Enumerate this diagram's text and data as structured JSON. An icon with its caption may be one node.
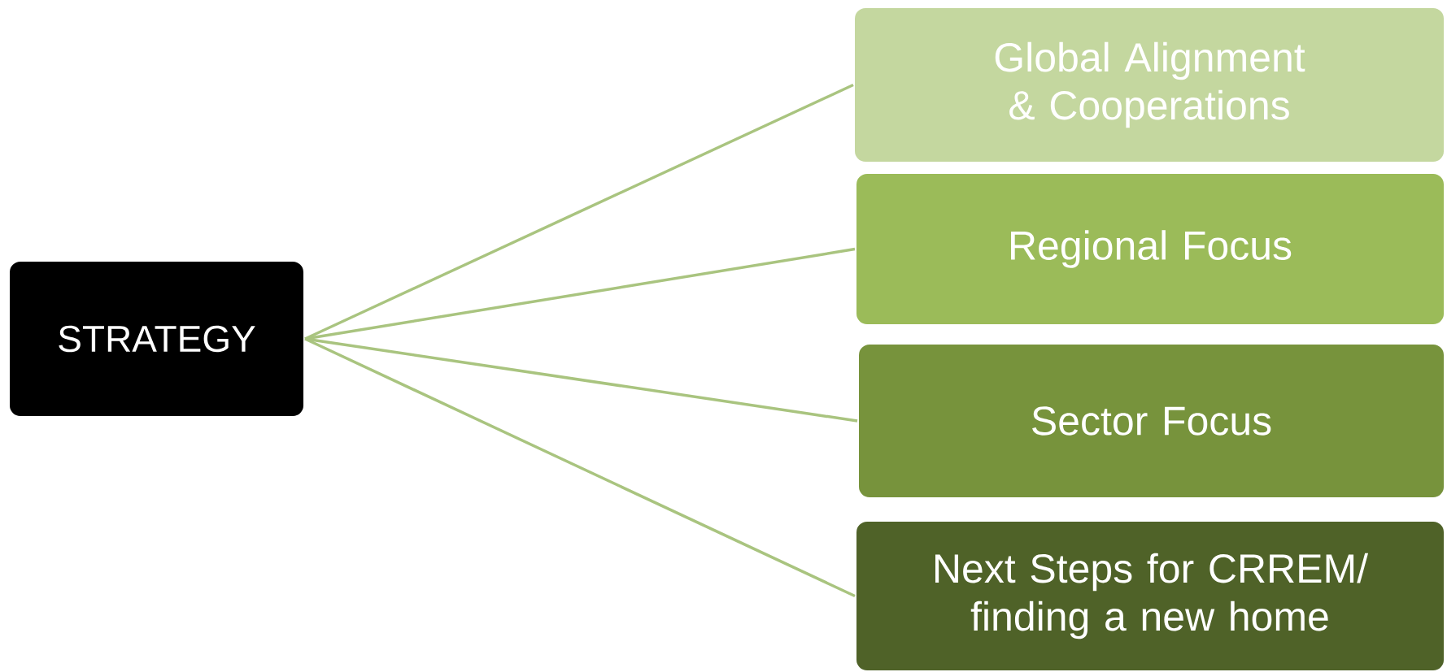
{
  "diagram": {
    "nodes": [
      {
        "text": [
          "STRATEGY"
        ]
      },
      {
        "text": [
          "Global Alignment & Cooperations"
        ]
      },
      {
        "text": [
          "Regional Focus"
        ]
      },
      {
        "text": [
          "Sector Focus"
        ]
      },
      {
        "text": [
          "Next Steps for CRREM/ finding a new home"
        ]
      }
    ],
    "edges": [
      {
        "from": 0,
        "to": 1,
        "arrow": "none"
      },
      {
        "from": 0,
        "to": 2,
        "arrow": "none"
      },
      {
        "from": 0,
        "to": 3,
        "arrow": "none"
      },
      {
        "from": 0,
        "to": 4,
        "arrow": "none"
      }
    ]
  }
}
